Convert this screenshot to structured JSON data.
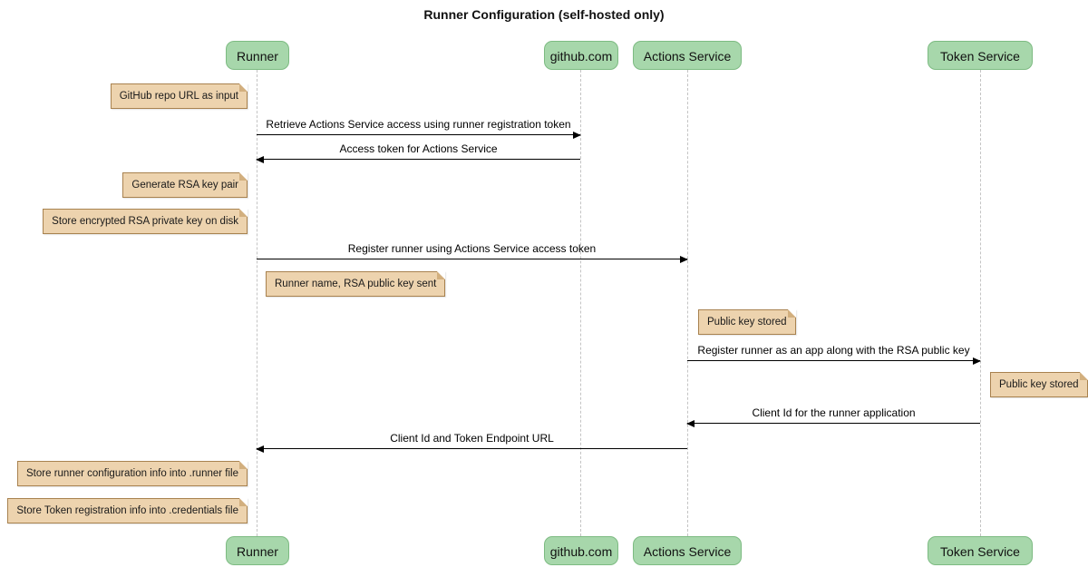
{
  "title": "Runner Configuration (self-hosted only)",
  "colors": {
    "participant_fill": "#A7D7AB",
    "participant_border": "#7DBB82",
    "note_fill": "#EDD3AE",
    "note_border": "#A8824F",
    "note_fold": "#D2AF7E",
    "lifeline": "#C4C4C4",
    "arrow": "#000000",
    "background": "#FFFFFF"
  },
  "participants": [
    {
      "name": "Runner"
    },
    {
      "name": "github.com"
    },
    {
      "name": "Actions Service"
    },
    {
      "name": "Token Service"
    }
  ],
  "notes": [
    {
      "text": "GitHub repo URL as input",
      "position": "left of Runner"
    },
    {
      "text": "Generate RSA key pair",
      "position": "left of Runner"
    },
    {
      "text": "Store encrypted RSA private key on disk",
      "position": "left of Runner"
    },
    {
      "text": "Runner name, RSA public key sent",
      "position": "right of Runner"
    },
    {
      "text": "Public key stored",
      "position": "right of Actions Service"
    },
    {
      "text": "Public key stored",
      "position": "right of Token Service"
    },
    {
      "text": "Store runner configuration info into .runner file",
      "position": "left of Runner"
    },
    {
      "text": "Store Token registration info into .credentials file",
      "position": "left of Runner"
    }
  ],
  "messages": [
    {
      "from": "Runner",
      "to": "github.com",
      "text": "Retrieve Actions Service access using runner registration token"
    },
    {
      "from": "github.com",
      "to": "Runner",
      "text": "Access token for Actions Service"
    },
    {
      "from": "Runner",
      "to": "Actions Service",
      "text": "Register runner using Actions Service access token"
    },
    {
      "from": "Actions Service",
      "to": "Token Service",
      "text": "Register runner as an app along with the RSA public key"
    },
    {
      "from": "Token Service",
      "to": "Actions Service",
      "text": "Client Id for the runner application"
    },
    {
      "from": "Actions Service",
      "to": "Runner",
      "text": "Client Id and Token Endpoint URL"
    }
  ]
}
